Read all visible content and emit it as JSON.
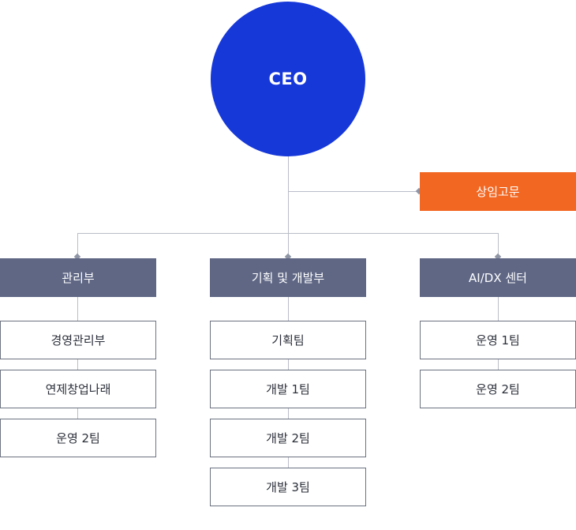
{
  "ceo": {
    "label": "CEO"
  },
  "advisor": {
    "label": "상임고문"
  },
  "departments": [
    {
      "label": "관리부",
      "teams": [
        "경영관리부",
        "연제창업나래",
        "운영 2팀"
      ]
    },
    {
      "label": "기획 및 개발부",
      "teams": [
        "기획팀",
        "개발 1팀",
        "개발 2팀",
        "개발 3팀"
      ]
    },
    {
      "label": "AI/DX 센터",
      "teams": [
        "운영 1팀",
        "운영 2팀"
      ]
    }
  ],
  "colors": {
    "ceo": "#1638d9",
    "advisor": "#f26722",
    "department": "#5f6785",
    "connector": "#b9bdc8"
  }
}
